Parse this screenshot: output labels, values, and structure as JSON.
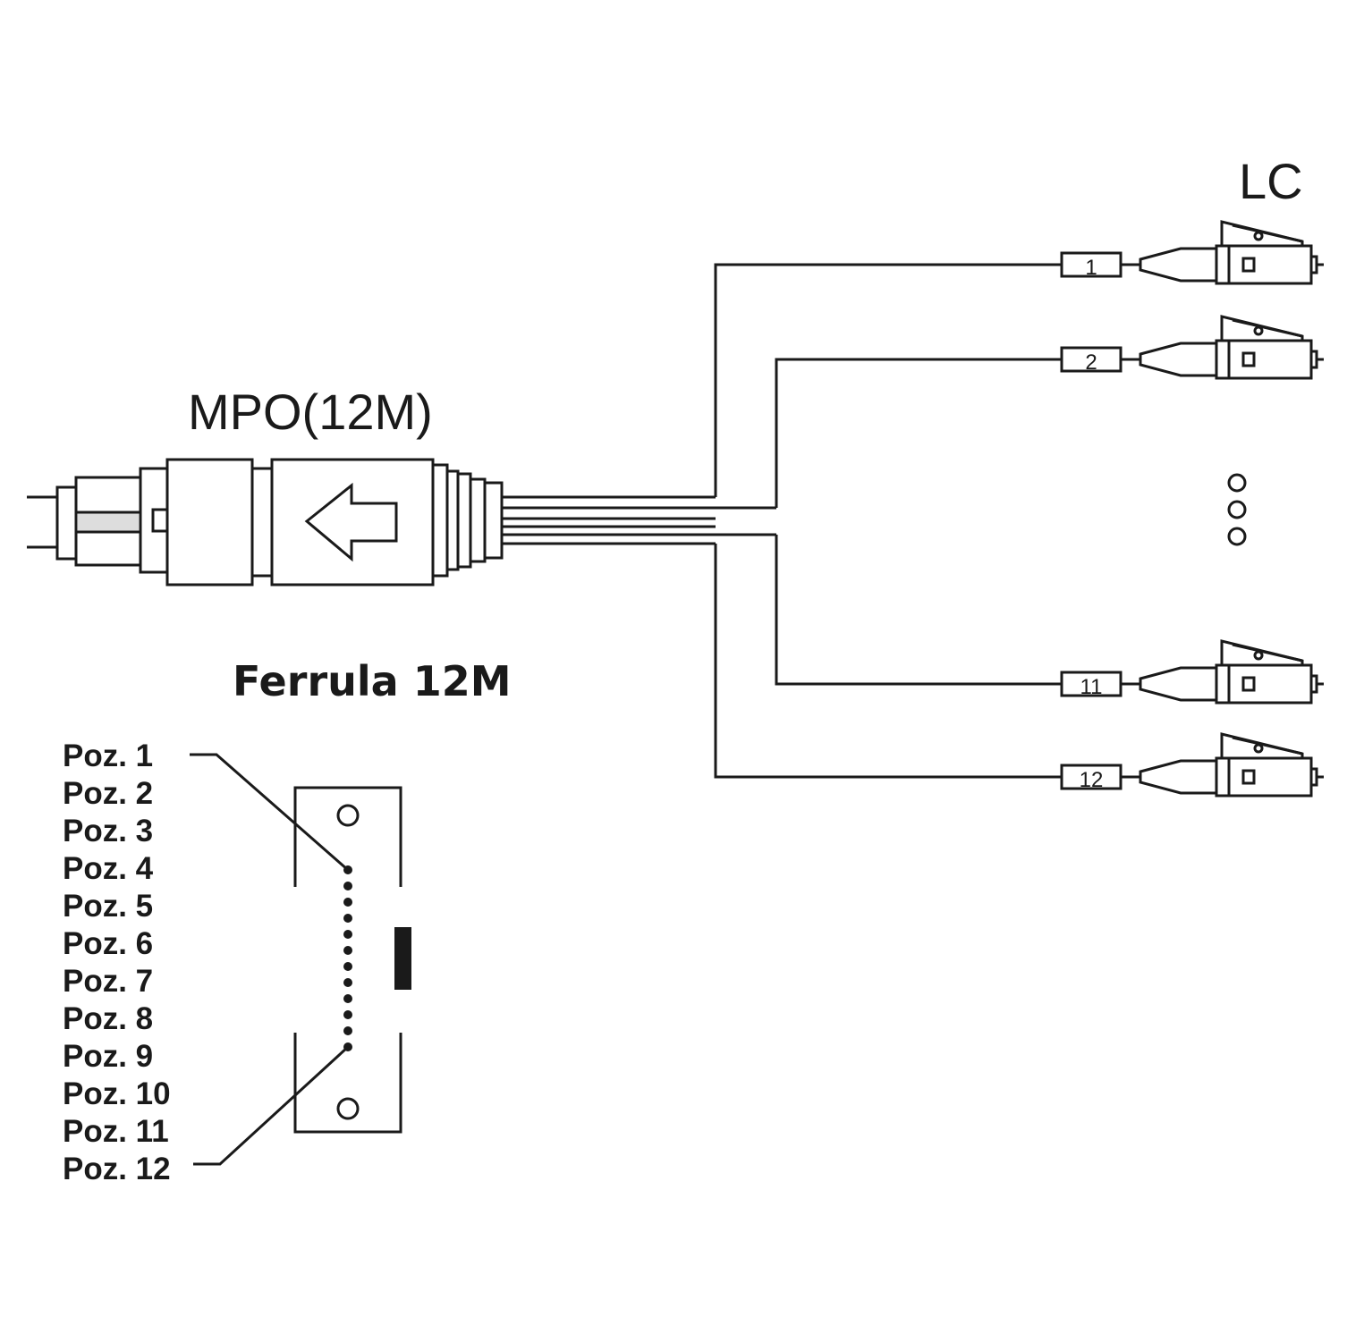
{
  "labels": {
    "mpo": "MPO(12M)",
    "lc": "LC",
    "ferrule_title": "Ferrula 12M"
  },
  "lc_connectors": [
    {
      "id": "1"
    },
    {
      "id": "2"
    },
    {
      "id": "11"
    },
    {
      "id": "12"
    }
  ],
  "positions": [
    "Poz. 1",
    "Poz. 2",
    "Poz. 3",
    "Poz. 4",
    "Poz. 5",
    "Poz. 6",
    "Poz. 7",
    "Poz. 8",
    "Poz. 9",
    "Poz. 10",
    "Poz. 11",
    "Poz. 12"
  ],
  "colors": {
    "line": "#1a1a1a",
    "background": "#ffffff",
    "ferrule_fill": "#dddddd"
  }
}
